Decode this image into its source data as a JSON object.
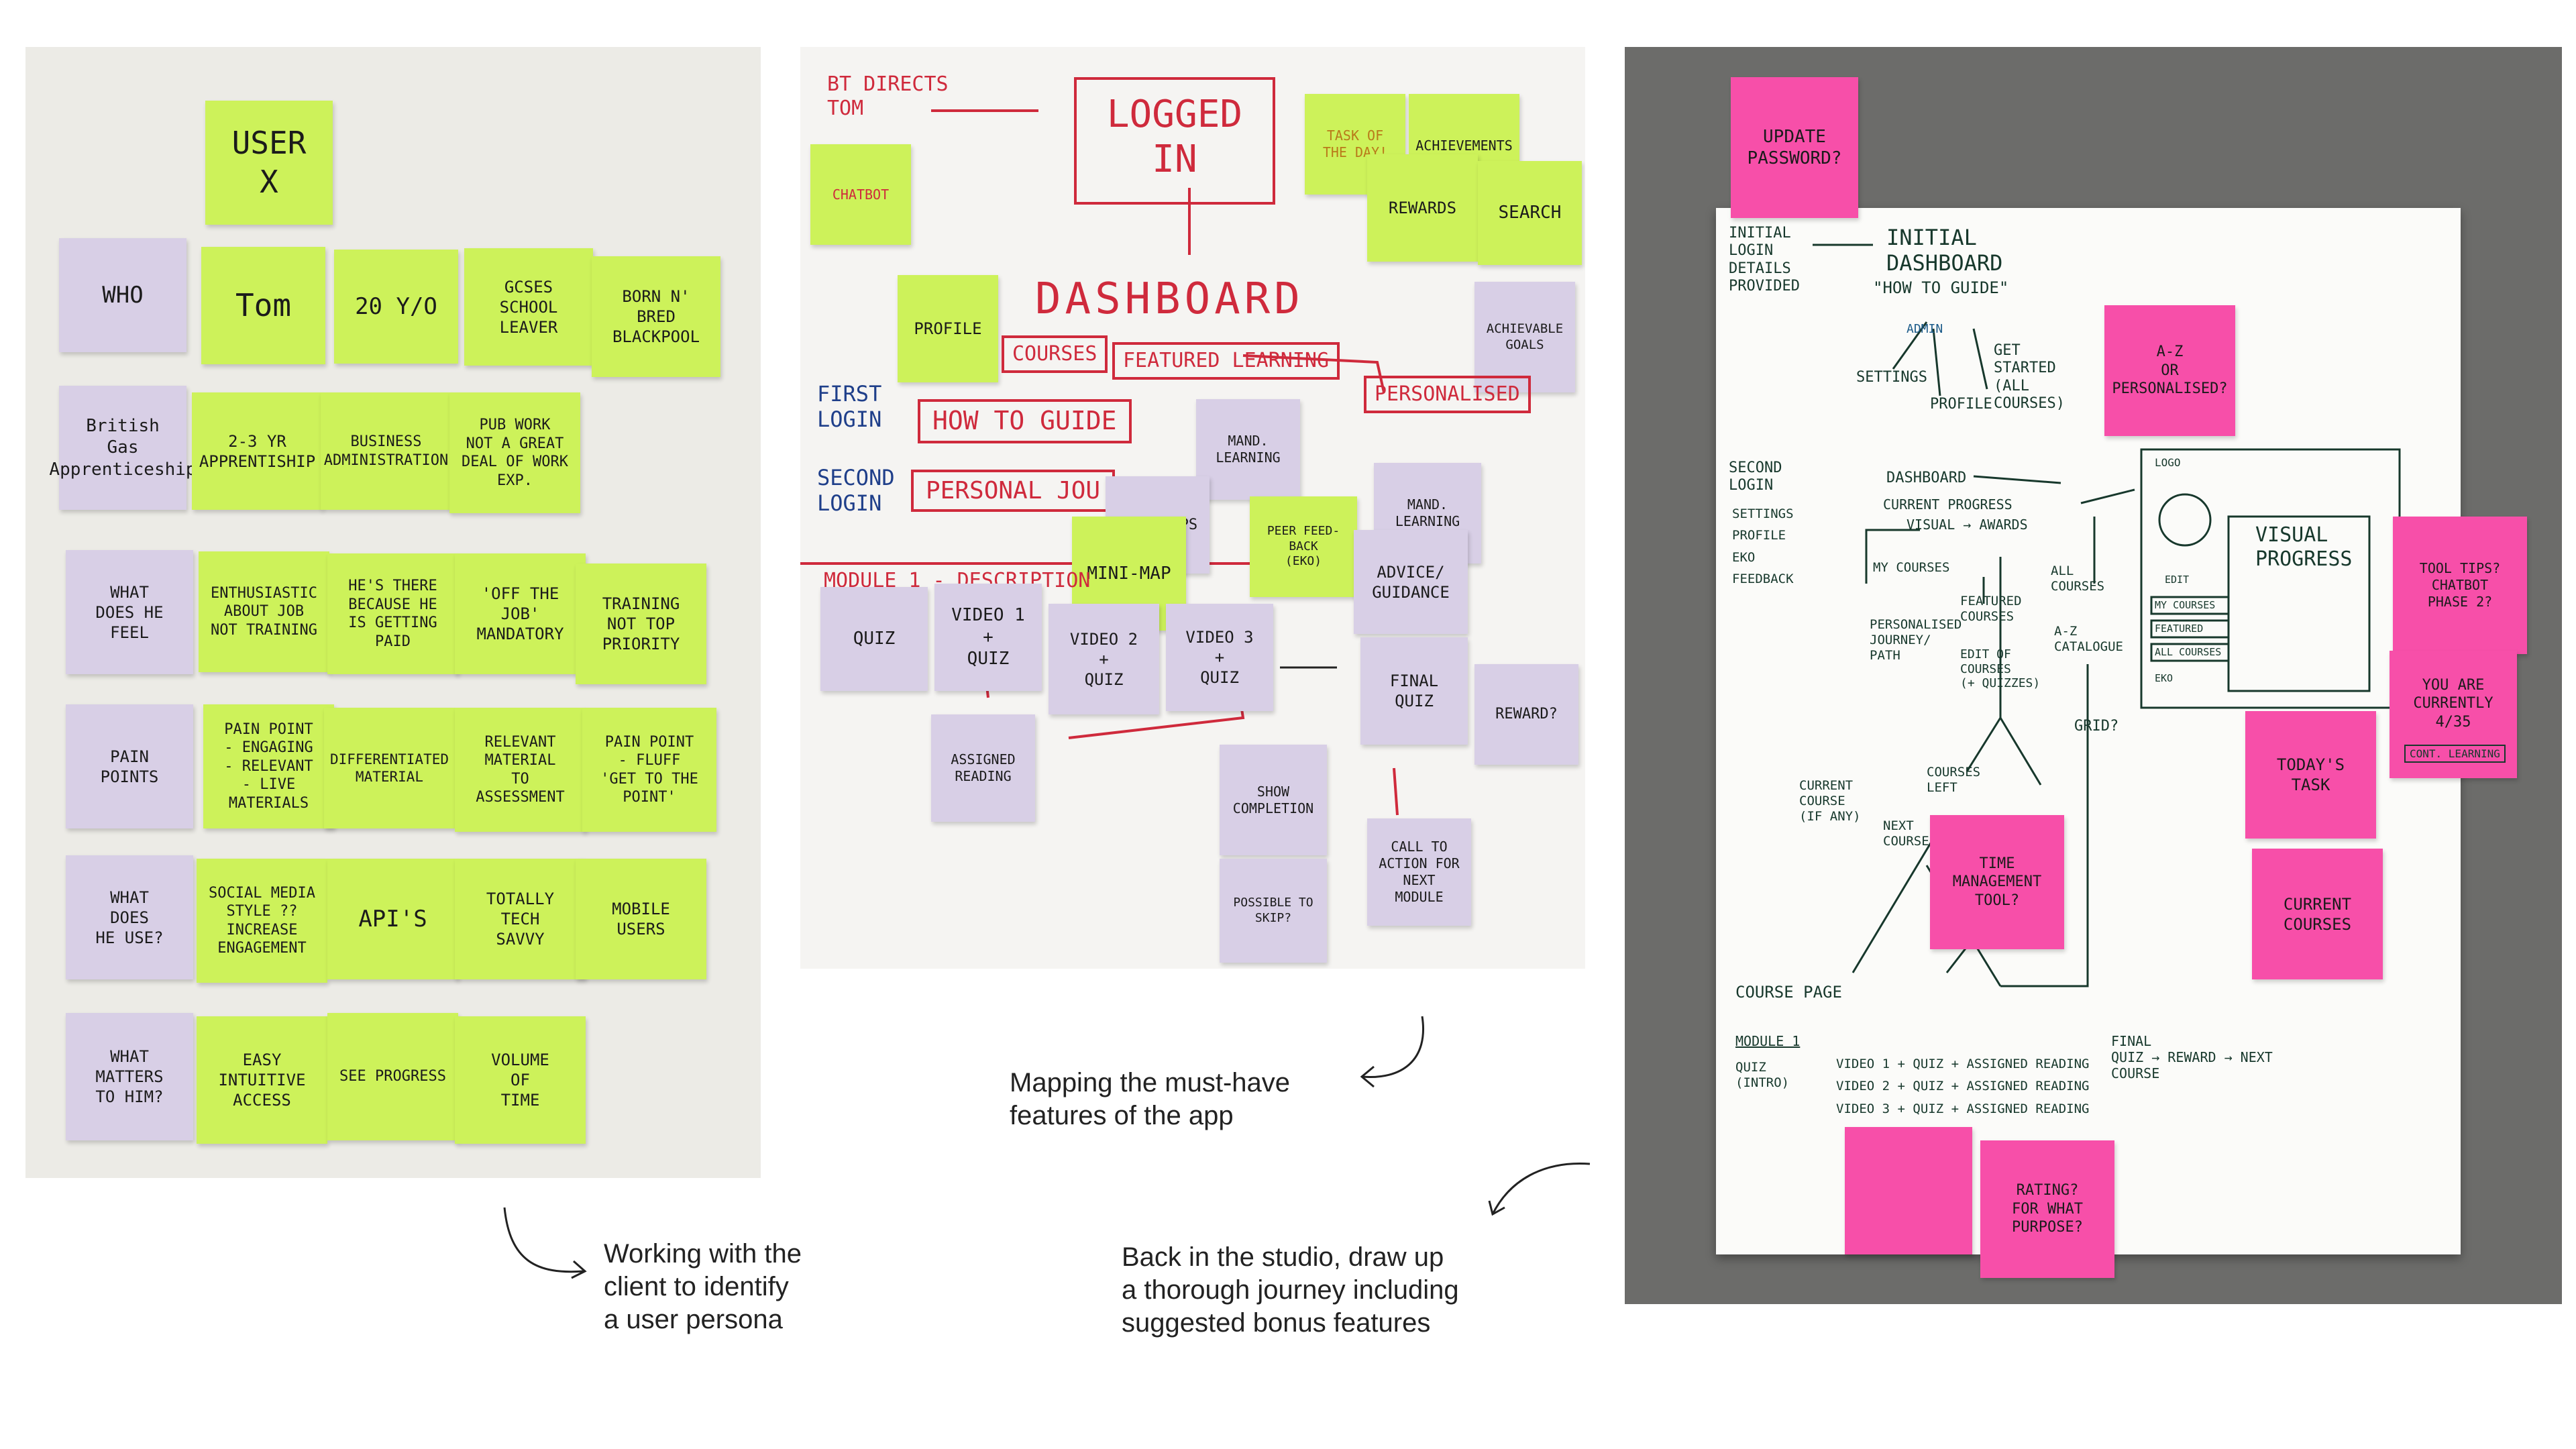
{
  "persona": {
    "user_note": "USER\nX",
    "rows": [
      {
        "label": "WHO",
        "notes": [
          "Tom",
          "20 Y/O",
          "GCSEs\nSCHOOL\nLEAVER",
          "BORN N' BRED\nBLACKPOOL"
        ]
      },
      {
        "label": "British\nGas\nApprenticeship",
        "notes": [
          "2-3 yr\nAPPRENTISHIP",
          "BUSINESS\nADMINISTRATION",
          "PUB WORK\nNOT A GREAT\nDEAL OF WORK\nEXP."
        ]
      },
      {
        "label": "WHAT\nDOES HE\nFEEL",
        "notes": [
          "ENTHUSIASTIC\nABOUT JOB\nNOT TRAINING",
          "HE'S THERE\nBECAUSE HE\nIS GETTING\nPAID",
          "'OFF THE\nJOB'\nMANDATORY",
          "TRAINING\nNOT TOP\nPRIORITY"
        ]
      },
      {
        "label": "PAIN\nPOINTS",
        "notes": [
          "PAIN POINT\n- ENGAGING\n- RELEVANT\n- LIVE\nMATERIALS",
          "DIFFERENTIATED\nMATERIAL",
          "RELEVANT\nMATERIAL\nTO ASSESSMENT",
          "PAIN POINT\n- FLUFF\n'GET TO THE\nPOINT'"
        ]
      },
      {
        "label": "WHAT\nDOES\nHE USE?",
        "notes": [
          "SOCIAL MEDIA\nSTYLE ??\nINCREASE\nENGAGEMENT",
          "API'S",
          "TOTALLY\nTECH\nSAVVY",
          "MOBILE\nUSERS"
        ]
      },
      {
        "label": "WHAT\nMATTERS\nTO HIM?",
        "notes": [
          "EASY\nINTUITIVE\nACCESS",
          "SEE PROGRESS",
          "VOLUME\nOF\nTIME"
        ]
      }
    ]
  },
  "journey": {
    "bt_directs": "BT DIRECTS\nTOM",
    "logged_in": "LOGGED\nIN",
    "task_of_day": "TASK OF\nTHE DAY!",
    "achievements": "ACHIEVEMENTS",
    "chatbot": "CHATBOT",
    "rewards": "REWARDS",
    "search": "SEARCH",
    "dashboard": "DASHBOARD",
    "achievable_goals": "ACHIEVABLE\nGOALS",
    "profile": "PROFILE",
    "courses": "COURSES",
    "featured_learning": "FEATURED LEARNING",
    "personalised": "PERSONALISED",
    "first_login": "FIRST\nLOGIN",
    "how_to_guide": "HOW TO GUIDE",
    "second_login": "SECOND\nLOGIN",
    "personal_jou": "PERSONAL JOU",
    "mand_learning": "MAND.\nLEARNING",
    "tool_tips": "TOOL TIPS",
    "mand_learning_2": "MAND.\nLEARNING",
    "peer_feedback": "PEER FEED-\nBACK\n(EKO)",
    "advice": "ADVICE/\nGUIDANCE",
    "mini_map": "MINI-MAP",
    "module": "MODULE 1 - DESCRIPTION",
    "quiz": "QUIZ",
    "video1": "VIDEO 1\n+\nQUIZ",
    "video2": "VIDEO 2\n+\nQUIZ",
    "video3": "VIDEO 3\n+\nQUIZ",
    "final_quiz": "FINAL\nQUIZ",
    "reward_q": "REWARD?",
    "assigned_reading": "ASSIGNED\nREADING",
    "show_completion": "SHOW\nCOMPLETION",
    "possible_skip": "POSSIBLE TO\nSKIP?",
    "call_to_action": "CALL TO\nACTION FOR\nNEXT MODULE"
  },
  "studio": {
    "update_password": "UPDATE\nPASSWORD?",
    "a_z": "A-Z\nOR\nPERSONALISED?",
    "tool_tips": "TOOL TIPS?\nCHATBOT\nPHASE 2?",
    "currently": "YOU ARE\nCURRENTLY\n4/35",
    "cont_learning": "CONT. LEARNING",
    "todays_task": "TODAY'S\nTASK",
    "current_courses": "CURRENT\nCOURSES",
    "time_tool": "TIME\nMANAGEMENT\nTOOL?",
    "rating": "RATING?\nFOR WHAT\nPURPOSE?",
    "initial_login": "INITIAL\nLOGIN\nDETAILS\nPROVIDED",
    "initial_dashboard": "INITIAL\nDASHBOARD",
    "how_to_guide": "\"HOW TO GUIDE\"",
    "admin": "ADMIN",
    "settings": "SETTINGS",
    "profile": "PROFILE",
    "get_started": "GET\nSTARTED\n(ALL\nCOURSES)",
    "second_login": "SECOND\nLOGIN",
    "dashboard": "DASHBOARD",
    "current_progress": "CURRENT PROGRESS",
    "visual_awards": "VISUAL → AWARDS",
    "side_menu": "SETTINGS\nPROFILE\nEKO\nFEEDBACK",
    "my_courses": "MY COURSES",
    "featured_courses": "FEATURED\nCOURSES",
    "all_courses": "ALL\nCOURSES",
    "personalised_journey": "PERSONALISED\nJOURNEY/\nPATH",
    "edit_courses": "EDIT OF\nCOURSES\n(+ QUIZZES)",
    "az_catalogue": "A-Z\nCATALOGUE",
    "grid": "GRID?",
    "current_course": "CURRENT\nCOURSE\n(IF ANY)",
    "courses_left": "COURSES\nLEFT",
    "next_course": "NEXT\nCOURSE",
    "course_page": "COURSE PAGE",
    "module_1": "MODULE 1",
    "quiz_intro": "QUIZ\n(INTRO)",
    "videos": "VIDEO 1 + QUIZ + ASSIGNED READING\nVIDEO 2 + QUIZ + ASSIGNED READING\nVIDEO 3 + QUIZ + ASSIGNED READING",
    "final_flow": "FINAL\nQUIZ  → REWARD → NEXT\n                  COURSE",
    "visual_progress": "VISUAL\nPROGRESS",
    "logo": "LOGO",
    "edit": "EDIT",
    "wf_my_courses": "MY COURSES",
    "wf_featured": "FEATURED",
    "wf_all": "ALL COURSES",
    "wf_eko": "EKO"
  },
  "captions": {
    "persona": "Working with the\nclient to identify\na user persona",
    "mapping": "Mapping the must-have\nfeatures of the app",
    "studio": "Back in the studio, draw up\na thorough journey including\nsuggested bonus features"
  }
}
